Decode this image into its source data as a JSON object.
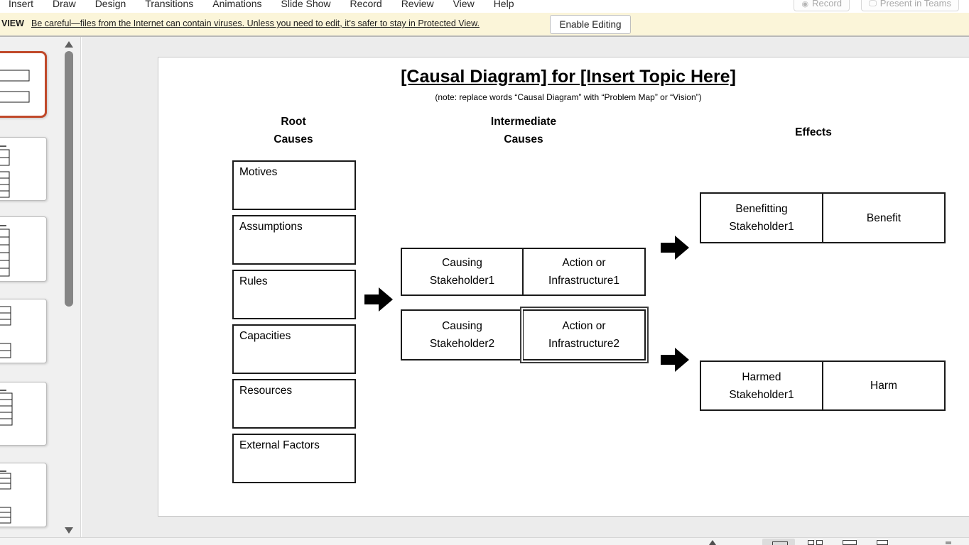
{
  "menu": {
    "items": [
      "Insert",
      "Draw",
      "Design",
      "Transitions",
      "Animations",
      "Slide Show",
      "Record",
      "Review",
      "View",
      "Help"
    ]
  },
  "window_controls": {
    "record_label": "Record",
    "present_label": "Present in Teams"
  },
  "protected_view_bar": {
    "prefix": "VIEW",
    "message": "Be careful—files from the Internet can contain viruses. Unless you need to edit, it's safer to stay in Protected View.",
    "enable_button": "Enable Editing"
  },
  "slide": {
    "title": "[Causal Diagram] for [Insert Topic Here]",
    "note": "(note: replace words “Causal Diagram” with “Problem Map” or “Vision”)",
    "column_headers": {
      "root": "Root\nCauses",
      "intermediate": "Intermediate\nCauses",
      "effects": "Effects"
    },
    "root_causes": [
      "Motives",
      "Assumptions",
      "Rules",
      "Capacities",
      "Resources",
      "External Factors"
    ],
    "intermediate": [
      {
        "stakeholder": "Causing\nStakeholder1",
        "action": "Action or\nInfrastructure1"
      },
      {
        "stakeholder": "Causing\nStakeholder2",
        "action": "Action or\nInfrastructure2"
      }
    ],
    "effects": [
      {
        "stakeholder": "Benefitting\nStakeholder1",
        "outcome": "Benefit"
      },
      {
        "stakeholder": "Harmed\nStakeholder1",
        "outcome": "Harm"
      }
    ]
  },
  "sidebar": {
    "slide_count": 6,
    "selected_index": 0
  },
  "colors": {
    "selection_accent": "#C0492A",
    "banner_bg": "#FBF5D9",
    "arrow": "#000000",
    "canvas_bg": "#ECECEC"
  }
}
